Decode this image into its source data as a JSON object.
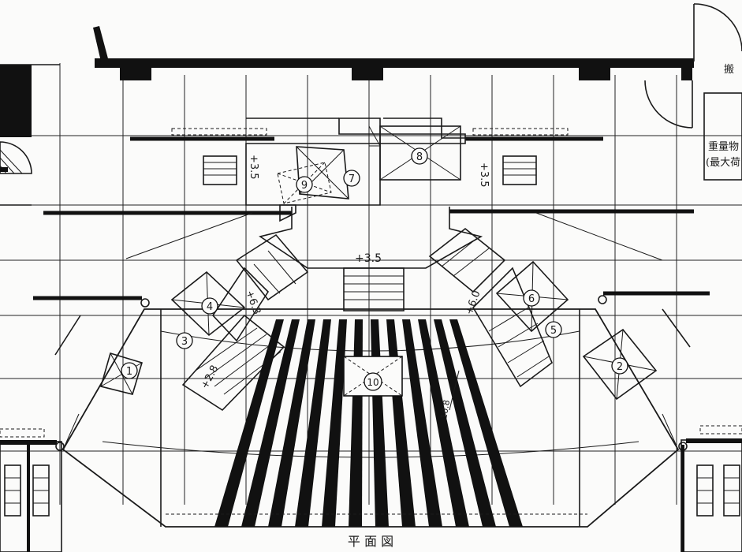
{
  "drawing": {
    "caption": "平 面 図",
    "edge_text_top": "搬",
    "edge_text_note_1": "重量物",
    "edge_text_note_2": "(最大荷"
  },
  "levels": {
    "top_left": "+3.5",
    "top_right": "+3.5",
    "center": "+3.5",
    "left_stair": "+6.3",
    "right_stair": "+6.0",
    "lower_left": "+2.8",
    "dimension": "10.8"
  },
  "platforms": [
    {
      "id": "platform-1",
      "label": "1"
    },
    {
      "id": "platform-2",
      "label": "2"
    },
    {
      "id": "platform-3",
      "label": "3"
    },
    {
      "id": "platform-4",
      "label": "4"
    },
    {
      "id": "platform-5",
      "label": "5"
    },
    {
      "id": "platform-6",
      "label": "6"
    },
    {
      "id": "platform-7",
      "label": "7"
    },
    {
      "id": "platform-8",
      "label": "8"
    },
    {
      "id": "platform-9",
      "label": "9"
    },
    {
      "id": "platform-10",
      "label": "10"
    }
  ]
}
